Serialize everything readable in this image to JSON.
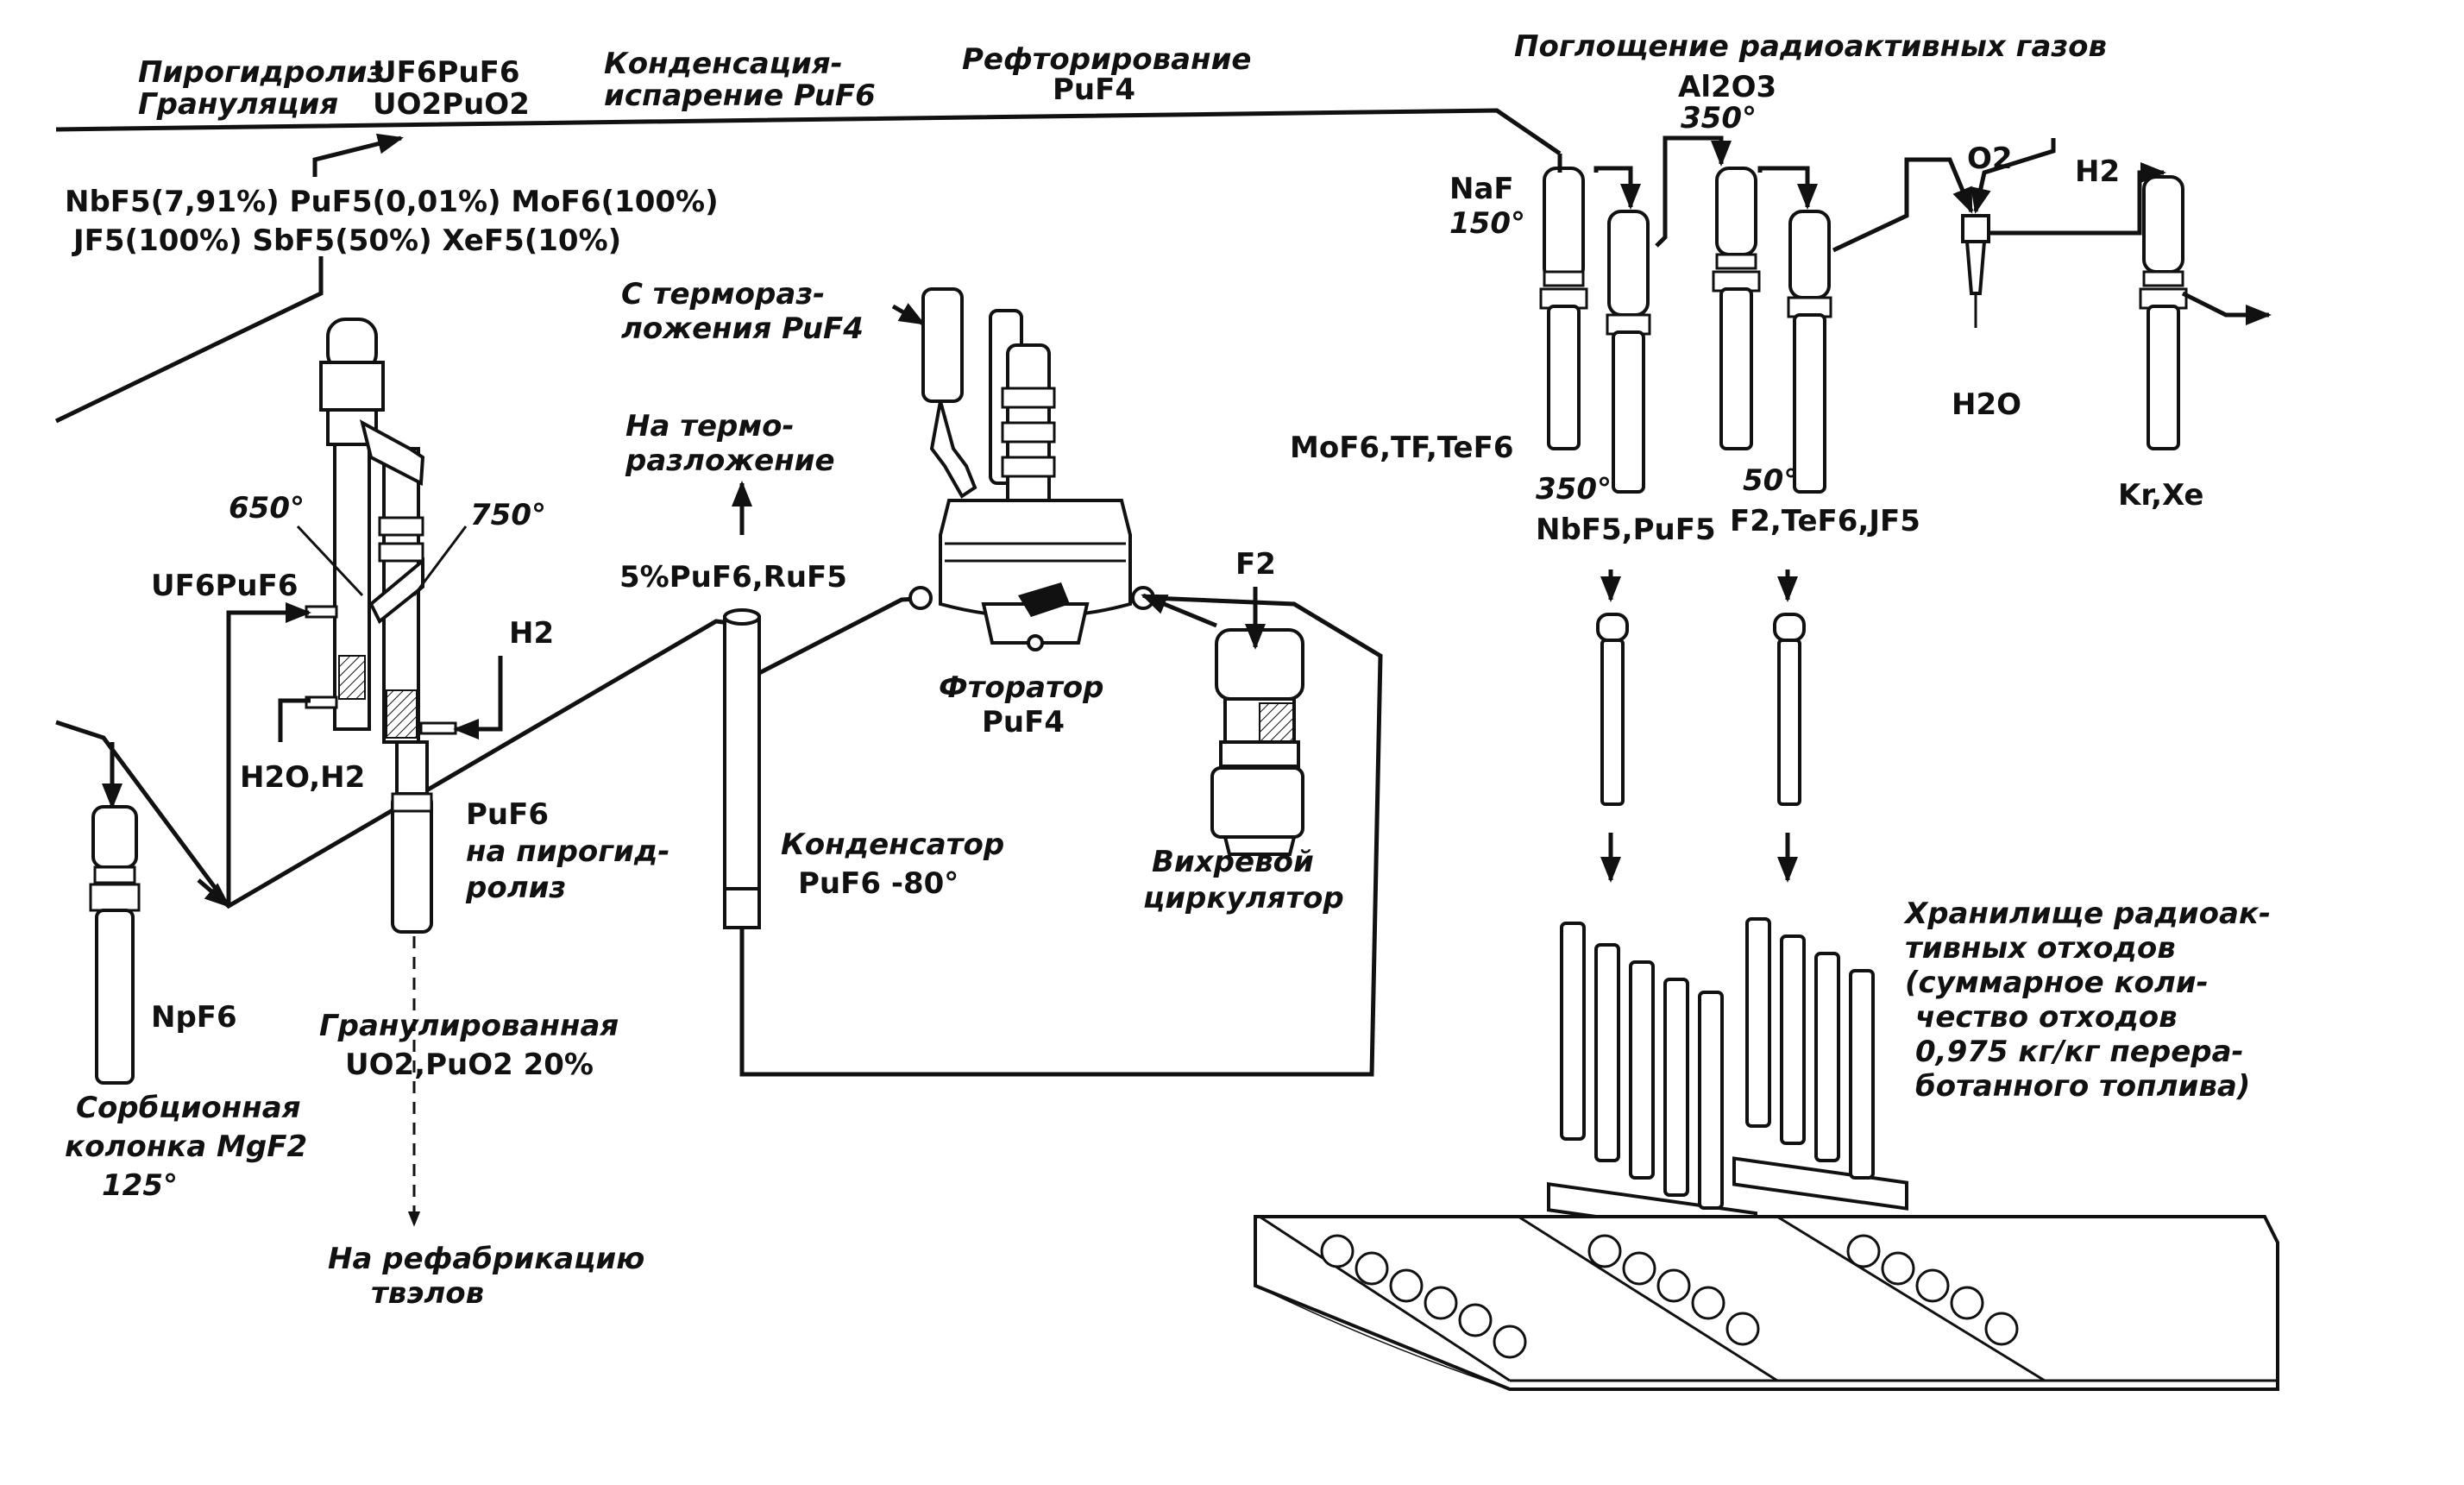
{
  "labels": {
    "pyrohydrolysis_top": "Пирогидролиз",
    "granulation": "Грануляция",
    "uf6puf6_top": "UF6PuF6",
    "uo2puo2_top": "UO2PuO2",
    "condensation_1": "Конденсация-",
    "condensation_2": "испарение PuF6",
    "refluorination_1": "Рефторирование",
    "refluorination_2": "PuF4",
    "absorption_title": "Поглощение радиоактивных газов",
    "al2o3": "Al2O3",
    "temp_350_top": "350°",
    "naf": "NaF",
    "temp_150": "150°",
    "o2": "O2",
    "h2_right": "H2",
    "h2o_right": "H2O",
    "volatile_line1": "NbF5(7,91%) PuF5(0,01%) MoF6(100%)",
    "volatile_line2": "JF5(100%) SbF5(50%) XeF5(10%)",
    "thermal_decomp_1": "С термораз-",
    "thermal_decomp_2": "ложения PuF4",
    "to_thermal_1": "На термо-",
    "to_thermal_2": "разложение",
    "mof6_tf_tef6": "MoF6,TF,TeF6",
    "temp_350": "350°",
    "nbf5_puf5": "NbF5,PuF5",
    "temp_50": "50°",
    "f2_tef6_jf5": "F2,TeF6,JF5",
    "kr_xe": "Kr,Xe",
    "temp_650": "650°",
    "temp_750": "750°",
    "uf6puf6_left": "UF6PuF6",
    "h2_left": "H2",
    "h2o_h2": "H2O,H2",
    "puf6_ruf5": "5%PuF6,RuF5",
    "fluorator_1": "Фторатор",
    "fluorator_2": "PuF4",
    "f2": "F2",
    "puf6_pyro_1": "PuF6",
    "puf6_pyro_2": "на пирогид-",
    "puf6_pyro_3": "ролиз",
    "condenser_1": "Конденсатор",
    "condenser_2": "PuF6 -80°",
    "circulator_1": "Вихревой",
    "circulator_2": "циркулятор",
    "storage_1": "Хранилище радиоак-",
    "storage_2": "тивных отходов",
    "storage_3": "(суммарное коли-",
    "storage_4": "чество отходов",
    "storage_5": "0,975 кг/кг перера-",
    "storage_6": "ботанного топлива)",
    "npf6": "NpF6",
    "granulated_1": "Гранулированная",
    "granulated_2": "UO2,PuO2 20%",
    "sorption_1": "Сорбционная",
    "sorption_2": "колонка MgF2",
    "sorption_3": "125°",
    "refab_1": "На рефабрикацию",
    "refab_2": "твэлов"
  },
  "colors": {
    "ink": "#111111",
    "paper": "#ffffff"
  }
}
